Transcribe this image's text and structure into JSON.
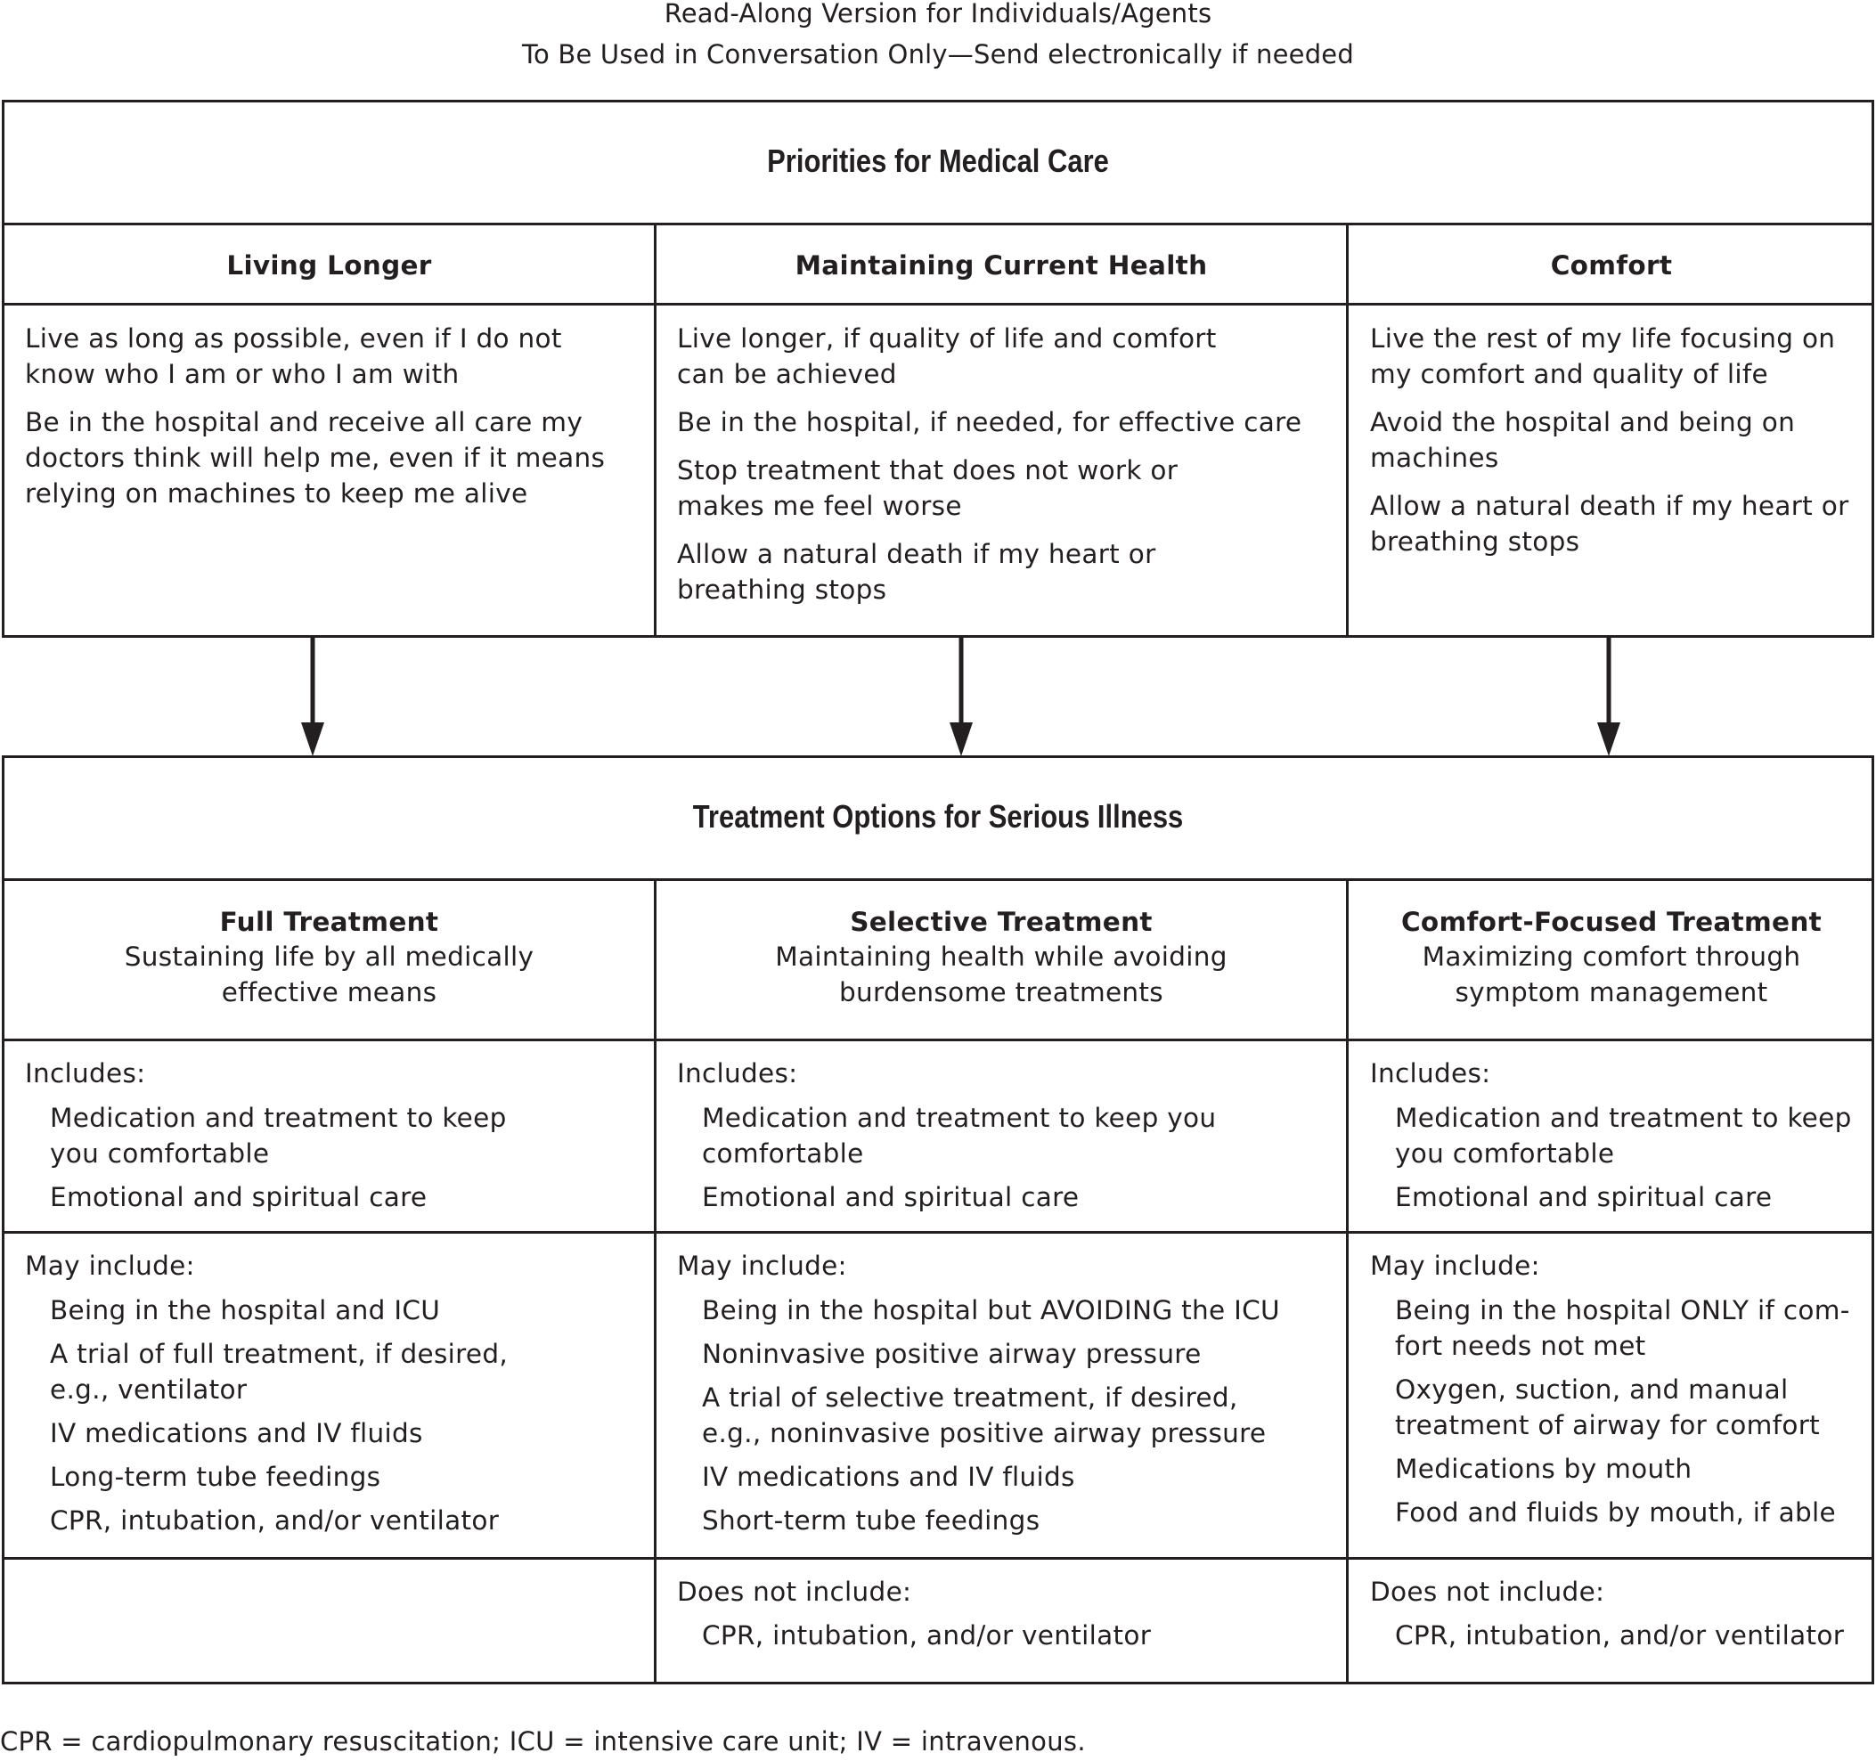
{
  "header": {
    "line1": "Read-Along Version for Individuals/Agents",
    "line2": "To Be Used in Conversation Only—Send electronically if needed"
  },
  "priorities": {
    "title": "Priorities for Medical Care",
    "columns": [
      {
        "heading": "Living Longer",
        "items": [
          [
            "Live as long as possible, even if I do not",
            "know who I am or who I am with"
          ],
          [
            "Be in the hospital and receive all care my",
            "doctors think will help me, even if it means",
            "relying on machines to keep me alive"
          ]
        ]
      },
      {
        "heading": "Maintaining Current Health",
        "items": [
          [
            "Live longer, if quality of life and comfort",
            "can be achieved"
          ],
          [
            "Be in the hospital, if needed, for effective care"
          ],
          [
            "Stop treatment that does not work or",
            "makes me feel worse"
          ],
          [
            "Allow a natural death if my heart or",
            "breathing stops"
          ]
        ]
      },
      {
        "heading": "Comfort",
        "items": [
          [
            "Live the rest of my life focusing on",
            "my comfort and quality of life"
          ],
          [
            "Avoid the hospital and being on",
            "machines"
          ],
          [
            "Allow a natural death if my heart or",
            "breathing stops"
          ]
        ]
      }
    ]
  },
  "treatment": {
    "title": "Treatment Options for Serious Illness",
    "columns": [
      {
        "heading": "Full Treatment",
        "subtitle": [
          "Sustaining life by all medically",
          "effective means"
        ],
        "includes_label": "Includes:",
        "includes": [
          [
            "Medication and treatment to keep",
            "you comfortable"
          ],
          [
            "Emotional and spiritual care"
          ]
        ],
        "may_include_label": "May include:",
        "may_include": [
          [
            "Being in the hospital and ICU"
          ],
          [
            "A trial of full treatment, if desired,",
            "e.g., ventilator"
          ],
          [
            "IV medications and IV fluids"
          ],
          [
            "Long-term tube feedings"
          ],
          [
            "CPR, intubation, and/or ventilator"
          ]
        ]
      },
      {
        "heading": "Selective Treatment",
        "subtitle": [
          "Maintaining health while avoiding",
          "burdensome treatments"
        ],
        "includes_label": "Includes:",
        "includes": [
          [
            "Medication and treatment to keep you",
            "comfortable"
          ],
          [
            "Emotional and spiritual care"
          ]
        ],
        "may_include_label": "May include:",
        "may_include": [
          [
            "Being in the hospital but AVOIDING the ICU"
          ],
          [
            "Noninvasive positive airway pressure"
          ],
          [
            "A trial of selective treatment, if desired,",
            "e.g., noninvasive positive airway pressure"
          ],
          [
            "IV medications and IV fluids"
          ],
          [
            "Short-term tube feedings"
          ]
        ],
        "not_include_label": "Does not include:",
        "not_include": [
          [
            "CPR, intubation, and/or ventilator"
          ]
        ]
      },
      {
        "heading": "Comfort-Focused Treatment",
        "subtitle": [
          "Maximizing comfort through",
          "symptom management"
        ],
        "includes_label": "Includes:",
        "includes": [
          [
            "Medication and treatment to keep",
            "you comfortable"
          ],
          [
            "Emotional and spiritual care"
          ]
        ],
        "may_include_label": "May include:",
        "may_include": [
          [
            "Being in the hospital ONLY if com-",
            "fort needs not met"
          ],
          [
            "Oxygen, suction, and manual",
            "treatment of airway for comfort"
          ],
          [
            "Medications by mouth"
          ],
          [
            "Food and fluids by mouth, if able"
          ]
        ],
        "not_include_label": "Does not include:",
        "not_include": [
          [
            "CPR, intubation, and/or ventilator"
          ]
        ]
      }
    ]
  },
  "footnote": "CPR = cardiopulmonary resuscitation; ICU = intensive care unit; IV = intravenous."
}
